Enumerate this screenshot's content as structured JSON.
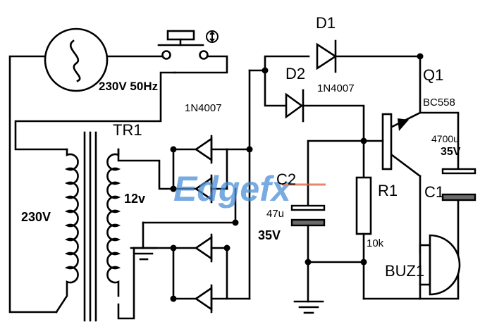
{
  "labels": {
    "source": "230V 50Hz",
    "primary_voltage": "230V",
    "transformer": "TR1",
    "secondary_voltage": "12v",
    "bridge_diode_type": "1N4007",
    "d1": "D1",
    "d1_type": "1N4007",
    "d2": "D2",
    "q1": "Q1",
    "q1_type": "BC558",
    "c1": "C1",
    "c1_value": "4700u",
    "c1_voltage": "35V",
    "c2": "C2",
    "c2_value": "47u",
    "c2_voltage": "35V",
    "r1": "R1",
    "r1_value": "10k",
    "buzzer": "BUZ1",
    "watermark": "Edgefx"
  },
  "colors": {
    "wire": "#000000",
    "capacitor_fill": "#6b6b6b",
    "watermark_blue": "#4a8fd8",
    "watermark_red": "#e0603a"
  }
}
